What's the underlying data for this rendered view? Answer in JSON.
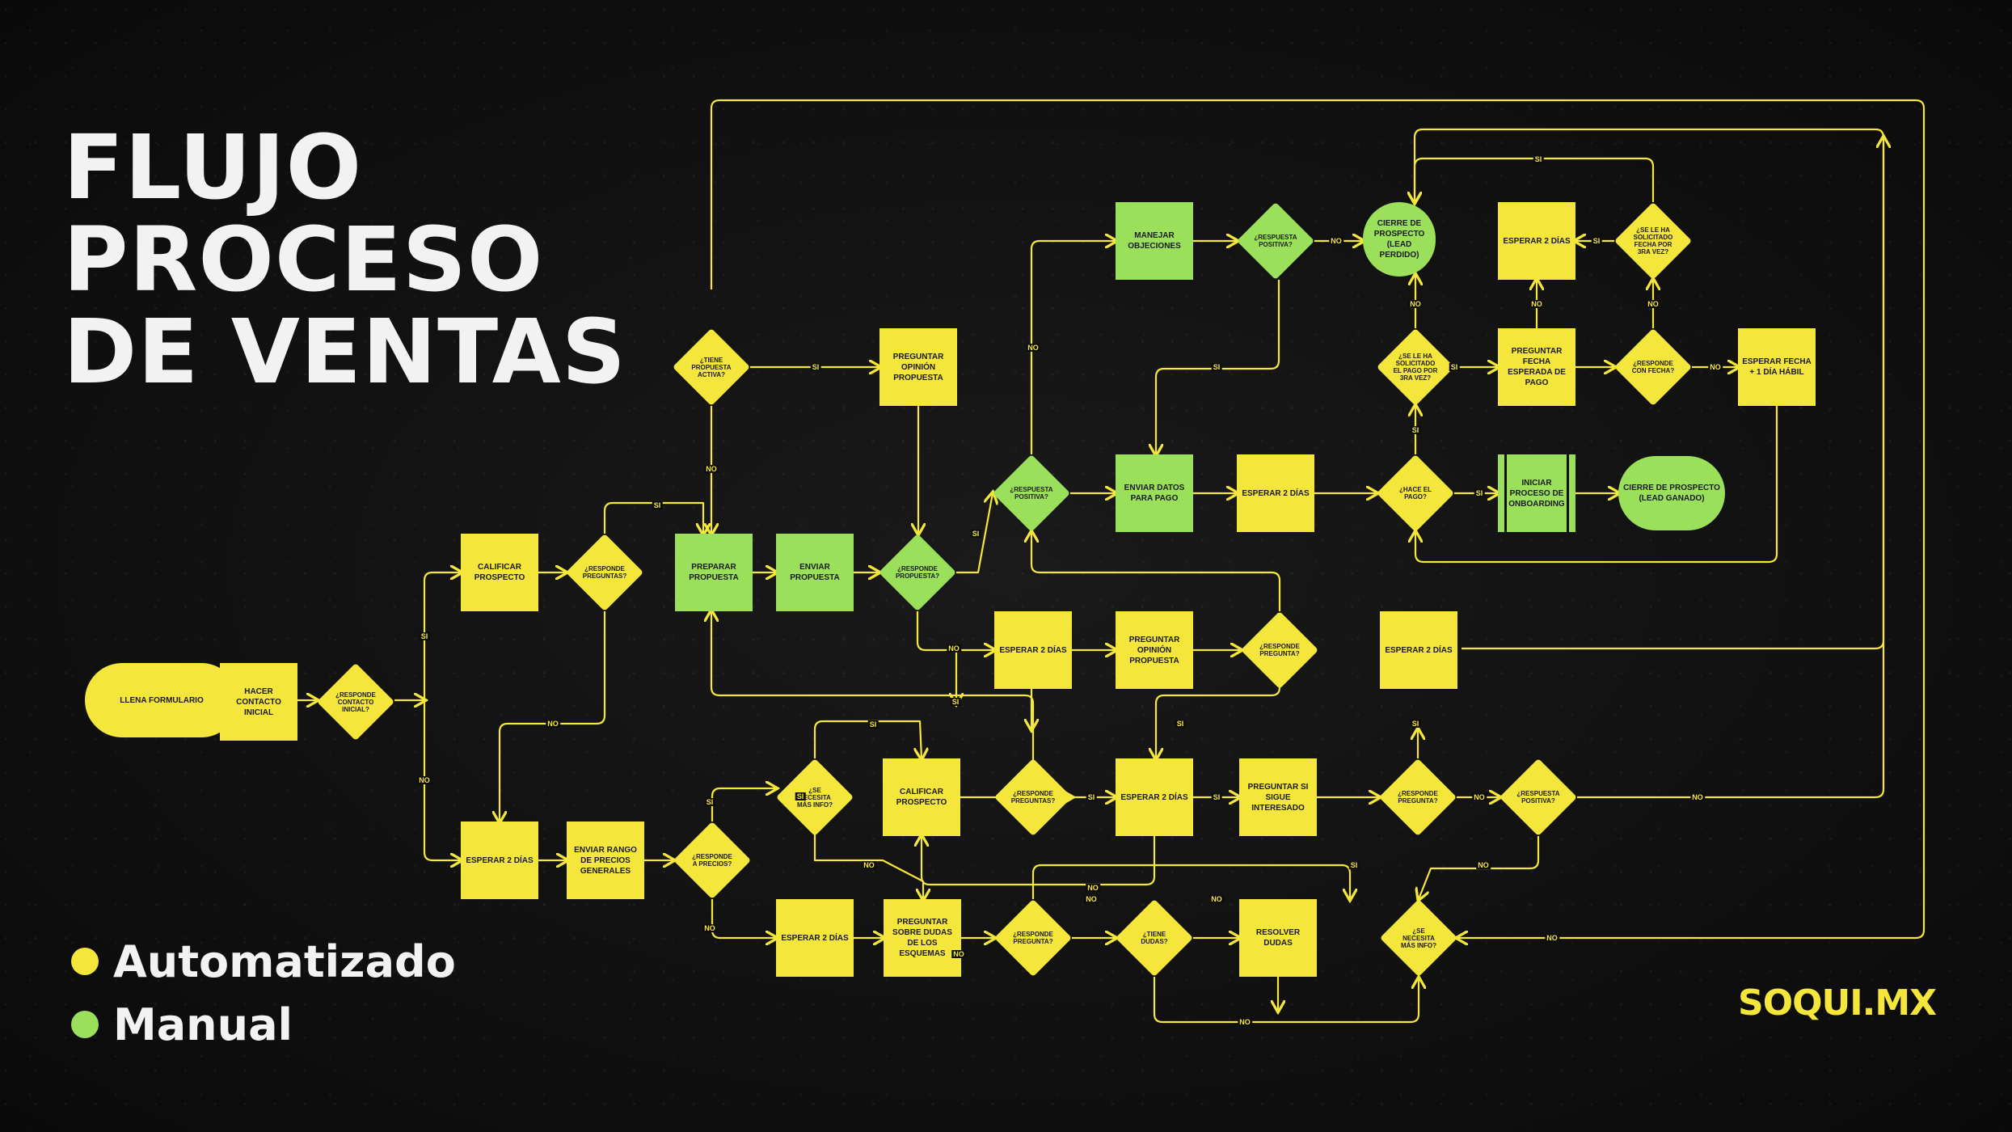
{
  "title": {
    "line1": "FLUJO",
    "line2": "PROCESO",
    "line3": "DE VENTAS"
  },
  "legend": [
    {
      "label": "Automatizado",
      "color": "#f4e63a"
    },
    {
      "label": "Manual",
      "color": "#9be05a"
    }
  ],
  "logo": "SOQUI.MX",
  "colors": {
    "yellow": "#f4e63a",
    "green": "#9be05a",
    "line": "#f4e63a"
  },
  "nodes": [
    {
      "id": "n1",
      "kind": "auto",
      "shape": "terminal",
      "text": "LLENA FORMULARIO"
    },
    {
      "id": "n2",
      "kind": "auto",
      "shape": "box",
      "text": "HACER CONTACTO INICIAL"
    },
    {
      "id": "n3",
      "kind": "auto",
      "shape": "diamond",
      "text": "¿RESPONDE CONTACTO INICIAL?"
    },
    {
      "id": "n4",
      "kind": "auto",
      "shape": "box",
      "text": "CALIFICAR PROSPECTO"
    },
    {
      "id": "n5",
      "kind": "auto",
      "shape": "diamond",
      "text": "¿RESPONDE PREGUNTAS?"
    },
    {
      "id": "n6",
      "kind": "auto",
      "shape": "diamond",
      "text": "¿TIENE PROPUESTA ACTIVA?"
    },
    {
      "id": "n7",
      "kind": "manual",
      "shape": "box",
      "text": "PREPARAR PROPUESTA"
    },
    {
      "id": "n8",
      "kind": "manual",
      "shape": "box",
      "text": "ENVIAR PROPUESTA"
    },
    {
      "id": "n9",
      "kind": "manual",
      "shape": "diamond",
      "text": "¿RESPONDE PROPUESTA?"
    },
    {
      "id": "n10",
      "kind": "auto",
      "shape": "box",
      "text": "PREGUNTAR OPINIÓN PROPUESTA"
    },
    {
      "id": "n11",
      "kind": "manual",
      "shape": "diamond",
      "text": "¿RESPUESTA POSITIVA?"
    },
    {
      "id": "n12",
      "kind": "manual",
      "shape": "box",
      "text": "MANEJAR OBJECIONES"
    },
    {
      "id": "n13",
      "kind": "manual",
      "shape": "diamond",
      "text": "¿RESPUESTA POSITIVA?"
    },
    {
      "id": "n14",
      "kind": "manual",
      "shape": "terminal",
      "text": "CIERRE DE PROSPECTO (LEAD PERDIDO)"
    },
    {
      "id": "n15",
      "kind": "auto",
      "shape": "box",
      "text": "ESPERAR 2 DÍAS"
    },
    {
      "id": "n16",
      "kind": "auto",
      "shape": "diamond",
      "text": "¿SE LE HA SOLICITADO FECHA POR 3RA VEZ?"
    },
    {
      "id": "n17",
      "kind": "auto",
      "shape": "diamond",
      "text": "¿SE LE HA SOLICITADO EL PAGO POR 3RA VEZ?"
    },
    {
      "id": "n18",
      "kind": "auto",
      "shape": "box",
      "text": "PREGUNTAR FECHA ESPERADA DE PAGO"
    },
    {
      "id": "n19",
      "kind": "auto",
      "shape": "diamond",
      "text": "¿RESPONDE CON FECHA?"
    },
    {
      "id": "n20",
      "kind": "auto",
      "shape": "box",
      "text": "ESPERAR FECHA + 1 DÍA HÁBIL"
    },
    {
      "id": "n21",
      "kind": "manual",
      "shape": "box",
      "text": "ENVIAR DATOS PARA PAGO"
    },
    {
      "id": "n22",
      "kind": "auto",
      "shape": "box",
      "text": "ESPERAR 2 DÍAS"
    },
    {
      "id": "n23",
      "kind": "auto",
      "shape": "diamond",
      "text": "¿HACE EL PAGO?"
    },
    {
      "id": "n24",
      "kind": "manual",
      "shape": "process",
      "text": "INICIAR PROCESO DE ONBOARDING"
    },
    {
      "id": "n25",
      "kind": "manual",
      "shape": "terminal",
      "text": "CIERRE DE PROSPECTO (LEAD GANADO)"
    },
    {
      "id": "n26",
      "kind": "auto",
      "shape": "box",
      "text": "ESPERAR 2 DÍAS"
    },
    {
      "id": "n27",
      "kind": "auto",
      "shape": "box",
      "text": "PREGUNTAR OPINIÓN PROPUESTA"
    },
    {
      "id": "n28",
      "kind": "auto",
      "shape": "diamond",
      "text": "¿RESPONDE PREGUNTA?"
    },
    {
      "id": "n29",
      "kind": "auto",
      "shape": "box",
      "text": "ESPERAR 2 DÍAS"
    },
    {
      "id": "n30",
      "kind": "auto",
      "shape": "box",
      "text": "ESPERAR 2 DÍAS"
    },
    {
      "id": "n31",
      "kind": "auto",
      "shape": "box",
      "text": "ENVIAR RANGO DE PRECIOS GENERALES"
    },
    {
      "id": "n32",
      "kind": "auto",
      "shape": "diamond",
      "text": "¿RESPONDE A PRECIOS?"
    },
    {
      "id": "n33",
      "kind": "auto",
      "shape": "diamond",
      "text": "¿SE NECESITA MÁS INFO?"
    },
    {
      "id": "n34",
      "kind": "auto",
      "shape": "box",
      "text": "CALIFICAR PROSPECTO"
    },
    {
      "id": "n35",
      "kind": "auto",
      "shape": "diamond",
      "text": "¿RESPONDE PREGUNTAS?"
    },
    {
      "id": "n36",
      "kind": "auto",
      "shape": "box",
      "text": "ESPERAR 2 DÍAS"
    },
    {
      "id": "n37",
      "kind": "auto",
      "shape": "box",
      "text": "PREGUNTAR SI SIGUE INTERESADO"
    },
    {
      "id": "n38",
      "kind": "auto",
      "shape": "diamond",
      "text": "¿RESPONDE PREGUNTA?"
    },
    {
      "id": "n39",
      "kind": "auto",
      "shape": "diamond",
      "text": "¿RESPUESTA POSITIVA?"
    },
    {
      "id": "n40",
      "kind": "auto",
      "shape": "box",
      "text": "ESPERAR 2 DÍAS"
    },
    {
      "id": "n41",
      "kind": "auto",
      "shape": "box",
      "text": "PREGUNTAR SOBRE DUDAS DE LOS ESQUEMAS"
    },
    {
      "id": "n42",
      "kind": "auto",
      "shape": "diamond",
      "text": "¿RESPONDE PREGUNTA?"
    },
    {
      "id": "n43",
      "kind": "auto",
      "shape": "diamond",
      "text": "¿TIENE DUDAS?"
    },
    {
      "id": "n44",
      "kind": "auto",
      "shape": "box",
      "text": "RESOLVER DUDAS"
    },
    {
      "id": "n45",
      "kind": "auto",
      "shape": "diamond",
      "text": "¿SE NECESITA MÁS INFO?"
    }
  ],
  "edge_labels": [
    "SI",
    "NO",
    "SI",
    "NO",
    "SI",
    "NO",
    "SI",
    "NO",
    "SI",
    "NO",
    "NO",
    "SI",
    "NO",
    "SI",
    "SI",
    "NO",
    "NO",
    "SI",
    "SI",
    "NO",
    "NO",
    "SI",
    "NO",
    "SI",
    "SI",
    "SI",
    "NO",
    "SI",
    "NO",
    "NO",
    "SI",
    "NO",
    "NO",
    "NO",
    "NO",
    "SI",
    "SI",
    "SI",
    "NO",
    "NO"
  ]
}
